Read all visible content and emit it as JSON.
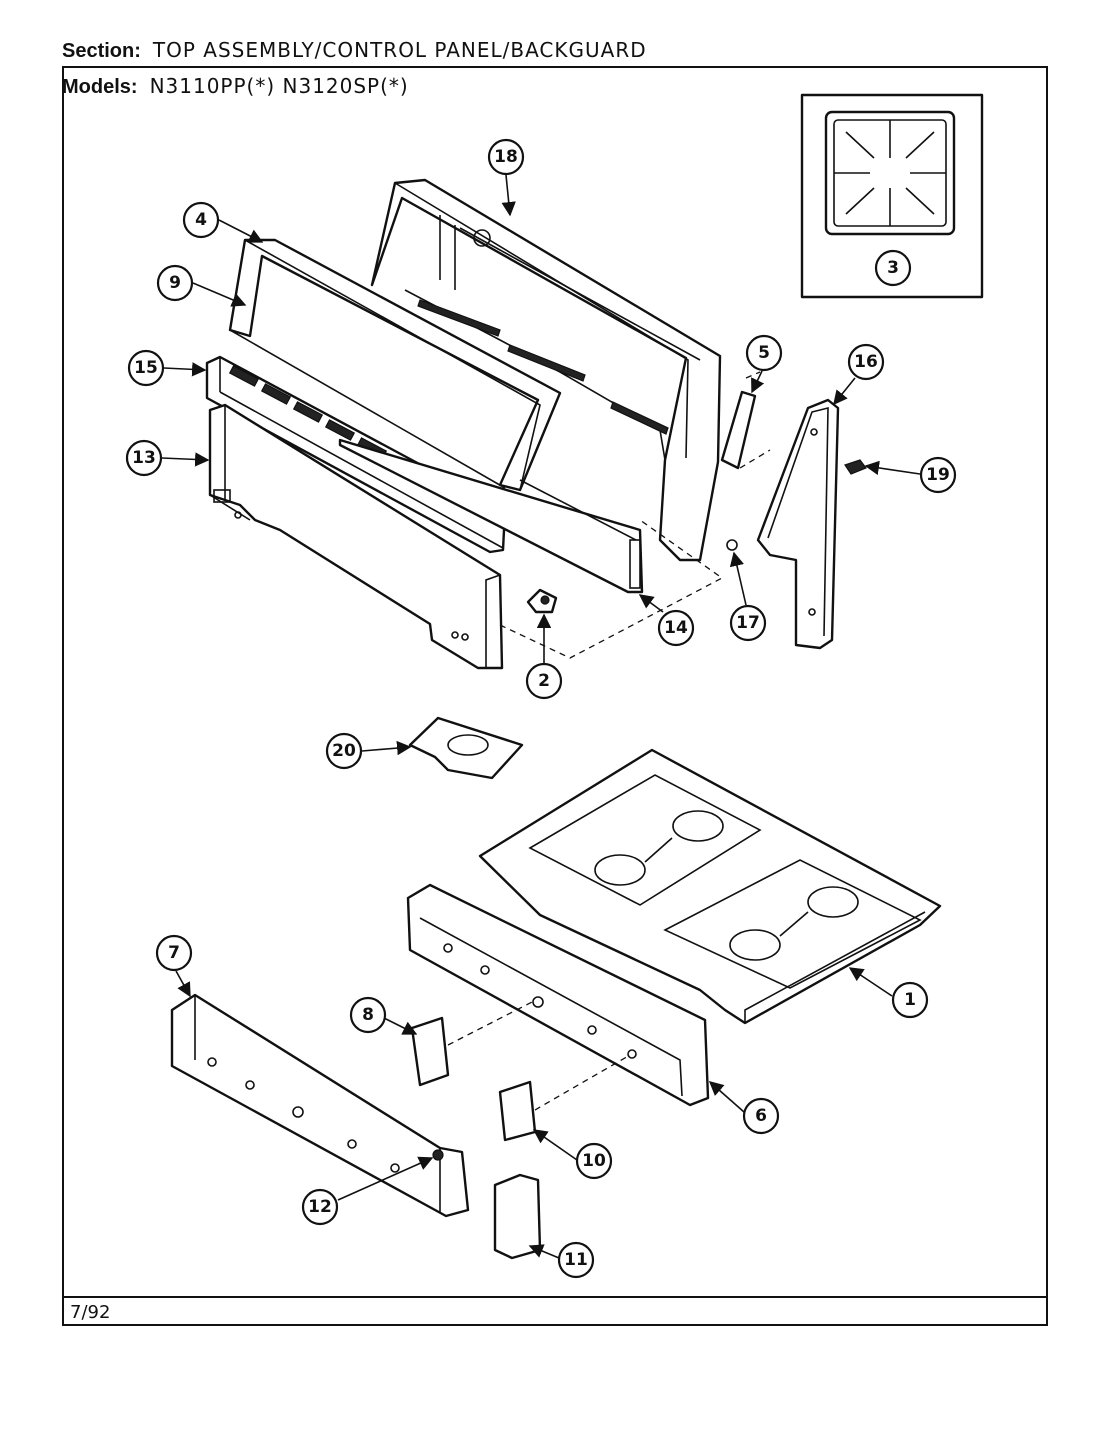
{
  "header": {
    "section_label": "Section:",
    "section_value": "TOP ASSEMBLY/CONTROL PANEL/BACKGUARD",
    "models_label": "Models:",
    "models_value": "N3110PP(*)   N3120SP(*)"
  },
  "footer": {
    "date": "7/92"
  },
  "callouts": [
    "18",
    "4",
    "9",
    "15",
    "13",
    "3",
    "5",
    "16",
    "19",
    "14",
    "17",
    "2",
    "20",
    "7",
    "8",
    "1",
    "6",
    "10",
    "12",
    "11"
  ]
}
